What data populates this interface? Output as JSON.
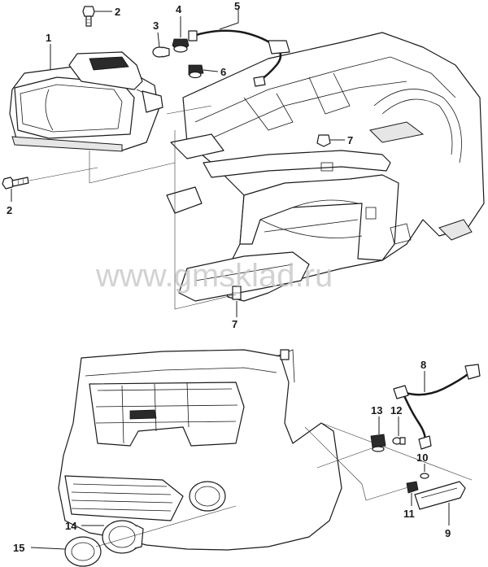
{
  "watermark": "www.gmsklad.ru",
  "callouts": {
    "c1": "1",
    "c2a": "2",
    "c2b": "2",
    "c3": "3",
    "c4": "4",
    "c5": "5",
    "c6": "6",
    "c7a": "7",
    "c7b": "7",
    "c8": "8",
    "c9": "9",
    "c10": "10",
    "c11": "11",
    "c12": "12",
    "c13": "13",
    "c14": "14",
    "c15": "15"
  }
}
